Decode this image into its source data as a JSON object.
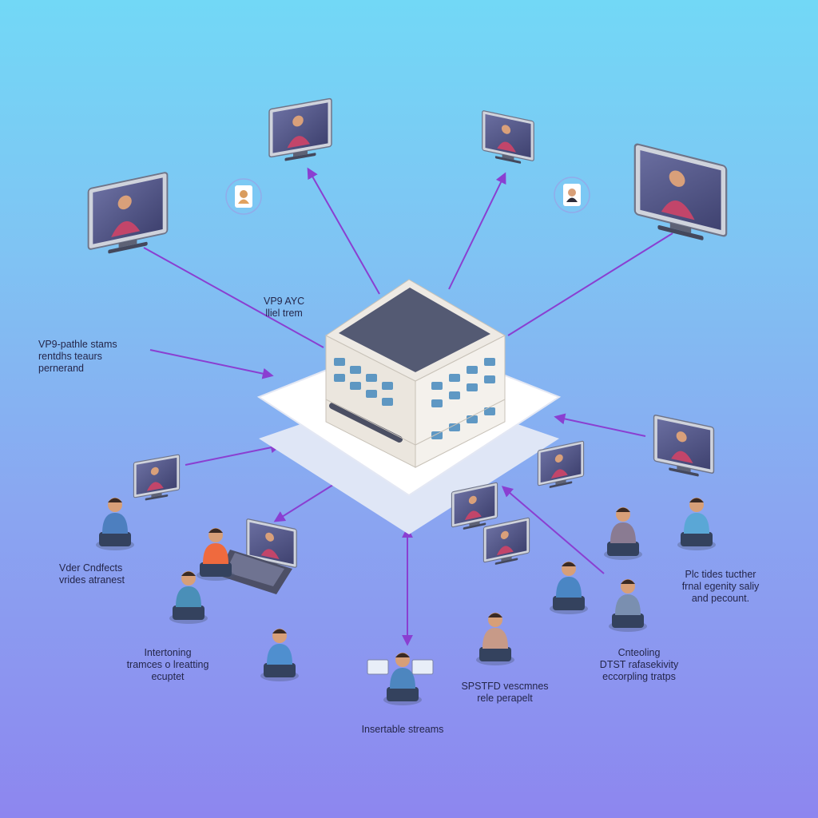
{
  "labels": {
    "server_top": [
      "VP9 AYC",
      "lliel trem"
    ],
    "left_upper": [
      "VP9-pathle stams",
      "rentdhs teaurs",
      "pernerand"
    ],
    "left_lower": [
      "Vder Cndfects",
      "vrides atranest"
    ],
    "bottom_left": [
      "Intertoning",
      "tramces o lreatting",
      "ecuptet"
    ],
    "bottom_center_right": [
      "SPSTFD vescmnes",
      "rele perapelt"
    ],
    "bottom_center": [
      "Insertable streams"
    ],
    "right_mid": [
      "Plc tides tucther",
      "frnal egenity saliy",
      "and pecount."
    ],
    "right_lower": [
      "Cnteoling",
      "DTST rafasekivity",
      "eccorpling tratps"
    ]
  },
  "icons": [
    "person-avatar-icon",
    "server-icon",
    "monitor-icon",
    "video-participant-icon",
    "laptop-icon"
  ],
  "colors": {
    "arrow": "#8a3fd1",
    "server_body": "#eeeae4",
    "server_top": "#545a73",
    "key": "#4f8fc0",
    "screen": "#5a5d8a",
    "platform": "#ffffff"
  }
}
